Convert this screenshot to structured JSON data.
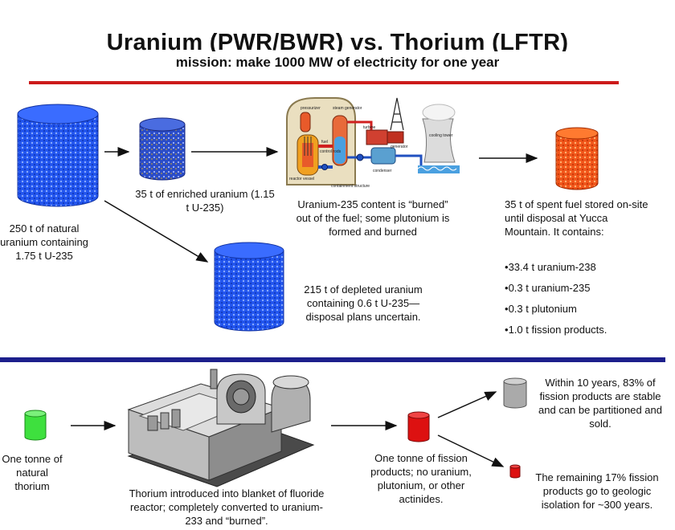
{
  "header": {
    "title": "Uranium (PWR/BWR) vs. Thorium (LFTR)",
    "subtitle": "mission: make 1000 MW of electricity for one year"
  },
  "colors": {
    "top_rule": "#cc1a1a",
    "middle_rule": "#1c1f8c",
    "uranium_blue": "#1f4fe0",
    "spent_fuel_orange": "#f05a14",
    "thorium_green": "#3ee03e",
    "fission_red": "#dd1111",
    "stable_gray": "#aaaaaa"
  },
  "uranium": {
    "natural_label": "250 t of natural uranium containing 1.75 t U-235",
    "enriched_label": "35 t of enriched uranium (1.15 t U-235)",
    "depleted_label": "215 t of depleted uranium containing 0.6 t U-235— disposal plans uncertain.",
    "reactor_label": "Uranium-235 content is “burned” out of the fuel; some plutonium is formed and burned",
    "reactor_diagram_labels": {
      "pressurizer": "pressurizer",
      "steam_generator": "steam generator",
      "fuel": "fuel",
      "control_rods": "control rods",
      "reactor_vessel": "reactor vessel",
      "turbine": "turbine",
      "generator": "generator",
      "cooling_tower": "cooling tower",
      "condenser": "condenser",
      "containment": "containment structure"
    },
    "spent_label": "35 t of spent fuel stored on-site until disposal at Yucca Mountain.  It contains:",
    "spent_contents": [
      "33.4 t uranium-238",
      "0.3 t uranium-235",
      "0.3 t plutonium",
      "1.0 t fission products."
    ]
  },
  "thorium": {
    "natural_label": "One tonne of natural thorium",
    "reactor_label": "Thorium introduced into blanket of fluoride reactor; completely converted to uranium-233 and “burned”.",
    "fission_label": "One tonne of fission products; no uranium, plutonium, or other actinides.",
    "stable_label": "Within 10 years, 83% of fission products are stable and can be partitioned and sold.",
    "remaining_label": "The remaining 17% fission products go to geologic isolation for ~300 years."
  }
}
